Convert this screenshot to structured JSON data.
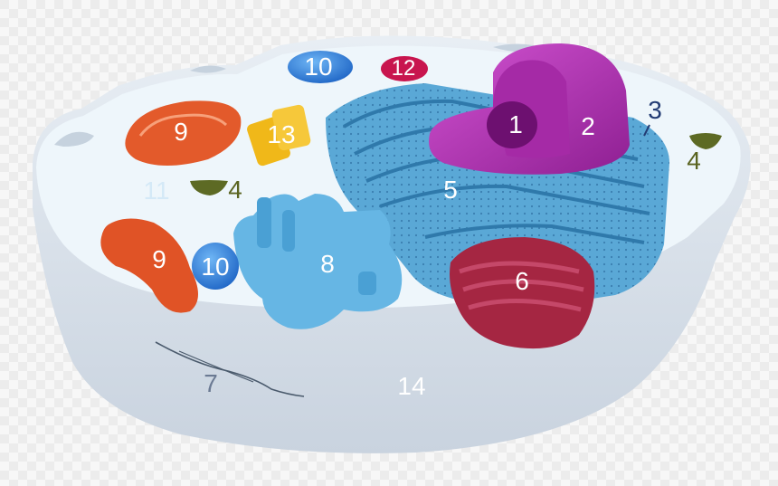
{
  "labels": {
    "nucleolus": "1",
    "nucleus": "2",
    "ribosome": "3",
    "vesicle_right": "4",
    "vesicle_left": "4",
    "rough_er": "5",
    "golgi": "6",
    "cytoskeleton": "7",
    "smooth_er": "8",
    "mitochondrion_top": "9",
    "mitochondrion_left": "9",
    "vacuole_top": "10",
    "vacuole_left": "10",
    "cytosol": "11",
    "lysosome": "12",
    "centriole": "13",
    "cell_membrane": "14"
  },
  "colors": {
    "background": "#ececec",
    "membrane": "#d7e3ee",
    "cytoplasm": "#eef6fb",
    "er": "#57a9d6",
    "nucleus": "#b12fb0",
    "golgi": "#a52642",
    "mitochondria": "#e1582a",
    "centriole": "#f0b819",
    "vacuole": "#3d8fe0",
    "lysosome": "#c8154e",
    "vesicle": "#5d6a24"
  }
}
